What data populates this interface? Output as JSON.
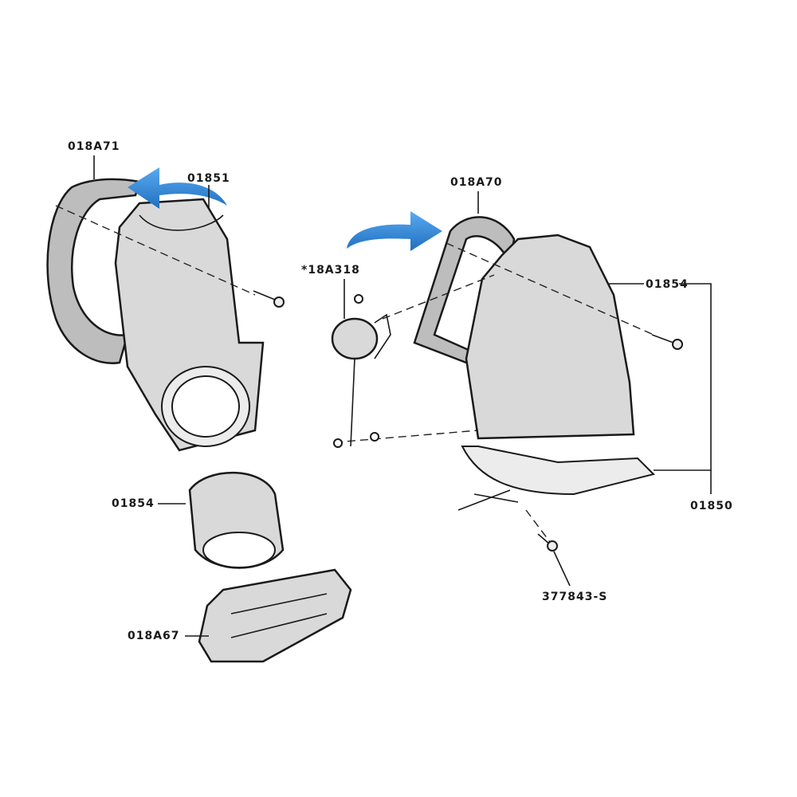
{
  "labels": {
    "gasket_left": "018A71",
    "duct_left": "01851",
    "actuator": "*18A318",
    "gasket_right": "018A70",
    "housing_right": "01854",
    "adapter_ring": "01854",
    "assembly": "01850",
    "screw": "377843-S",
    "bracket": "018A67"
  },
  "colors": {
    "arrow": "#2f86d6",
    "line_art": "#1a1a1a",
    "background": "#ffffff"
  }
}
